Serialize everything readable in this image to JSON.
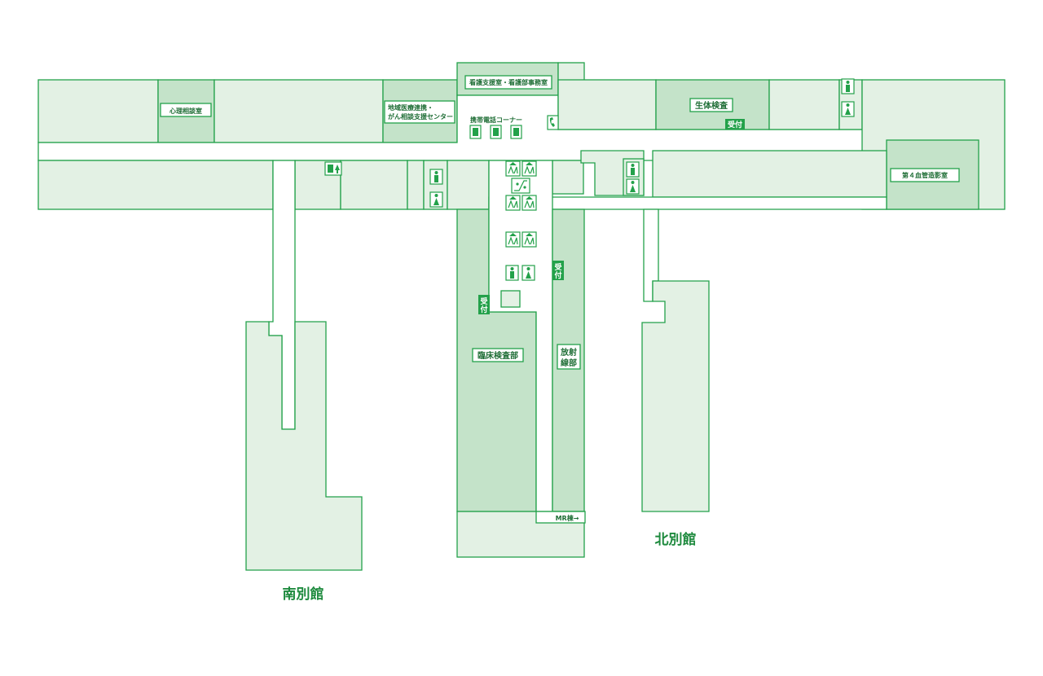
{
  "colors": {
    "line": "#23a14a",
    "room_fill": "#e3f1e4",
    "dept_fill": "#c4e3c9",
    "text": "#1f6e36"
  },
  "buildings": {
    "south_annex": "南別館",
    "north_annex": "北別館"
  },
  "rooms": {
    "psych_consult": "心理相談室",
    "regional_line1": "地域医療連携・",
    "regional_line2": "がん相談支援センター",
    "nursing_support": "看護支援室・看護部事務室",
    "mobile_corner": "携帯電話コーナー",
    "physiology": "生体検査",
    "angiography": "第４血管造影室",
    "clinical_lab": "臨床検査部",
    "radiology_line1": "放射",
    "radiology_line2": "線部",
    "mr_building": "MR棟→"
  },
  "tags": {
    "reception_1": "受付",
    "reception_2_line1": "受",
    "reception_2_line2": "付",
    "reception_3_line1": "受",
    "reception_3_line2": "付"
  },
  "icons": [
    "restroom-icon",
    "elevator-icon",
    "escalator-icon",
    "telephone-icon",
    "mobile-phone-icon",
    "exit-icon"
  ]
}
